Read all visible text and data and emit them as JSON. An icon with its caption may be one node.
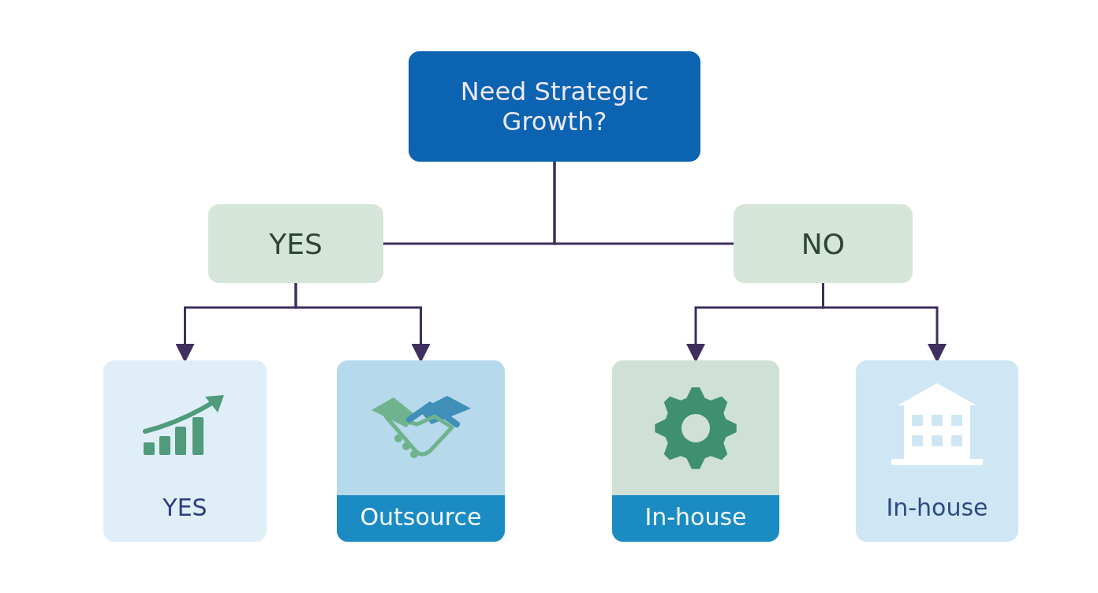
{
  "diagram": {
    "nodes": [
      {
        "text": [
          "Need Strategic Growth?"
        ]
      },
      {
        "text": [
          "YES"
        ]
      },
      {
        "text": [
          "NO"
        ]
      },
      {
        "text": [
          "YES"
        ]
      },
      {
        "text": [
          "Outsource"
        ]
      },
      {
        "text": [
          "In-house"
        ]
      },
      {
        "text": [
          "In-house"
        ]
      }
    ],
    "edges": [
      {
        "from": 0,
        "to": 1,
        "arrow": "none"
      },
      {
        "from": 0,
        "to": 2,
        "arrow": "none"
      },
      {
        "from": 1,
        "to": 3,
        "arrow": "to"
      },
      {
        "from": 1,
        "to": 4,
        "arrow": "to"
      },
      {
        "from": 2,
        "to": 5,
        "arrow": "to"
      },
      {
        "from": 2,
        "to": 6,
        "arrow": "to"
      }
    ]
  }
}
